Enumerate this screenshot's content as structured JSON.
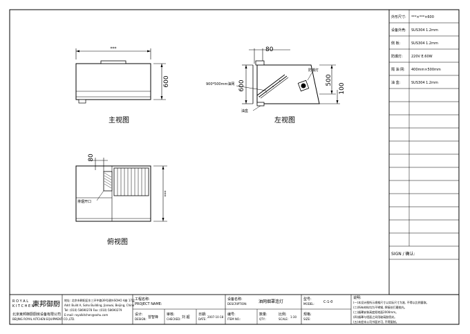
{
  "drawing": {
    "views": {
      "front": {
        "caption": "主视图",
        "dim_width": "***",
        "dim_height": "600"
      },
      "side": {
        "caption": "左视图",
        "dim_top": "80",
        "dim_left": "600",
        "dim_right_a": "500",
        "dim_right_b": "100",
        "filter_label": "900*500mm油网",
        "lamp_label": "防爆灯",
        "tray_label": "油盒"
      },
      "top": {
        "caption": "俯视图",
        "dim_offset": "80",
        "dim_depth": "***",
        "exhaust_label": "排烟开口"
      }
    }
  },
  "spec_table": {
    "rows": [
      {
        "label": "外形尺寸:",
        "value": "***×***×600"
      },
      {
        "label": "设备外壳:",
        "value": "SUS304 1.2mm"
      },
      {
        "label": "侧 板:",
        "value": "SUS304 1.2mm"
      },
      {
        "label": "防爆灯:",
        "value": "220V E.60W"
      },
      {
        "label": "隔 油 网:",
        "value": "400mm×500mm"
      },
      {
        "label": "油 盒:",
        "value": "SUS304 1.2mm"
      }
    ],
    "sign_label": "SIGN / 确认:"
  },
  "title_block": {
    "logo_en_top": "R O Y A L",
    "logo_en_bottom": "K I T C H E N",
    "logo_cn": "東邦御厨",
    "company_cn": "北京東邦御厨厨房设备有限公司",
    "company_en": "BEIJING ROYAL KITCHEN EQUIPMENT CO.,LTD.",
    "address_lines": [
      "地址: 北京市朝阳区东三环中路39号建外SOHO A座 17层",
      "Add: Build A, Soho Building, Jianwai, Beijing, China",
      "Tel: (010) 58690278  Fax: (010) 58690279",
      "E-mail: royalkitchen@sohu.com"
    ],
    "project_label": "工程名称:",
    "project_label_en": "PROJECT NAME:",
    "design_label": "设计:",
    "design_label_en": "DESIGN:",
    "designer": "曾智锋",
    "check_label": "审核:",
    "check_label_en": "CHECKED:",
    "checker": "刘 超",
    "date_label": "日期:",
    "date_label_en": "DATE:",
    "date_value": "2007-10-18",
    "item_label": "设备名称:",
    "item_label_en": "DESCRIPTION:",
    "item_name": "油网烟罩连灯",
    "item_no_label": "编号:",
    "item_no_label_en": "ITEM NO.:",
    "qty_label": "数量:",
    "qty_label_en": "QTY.:",
    "scale_label": "比例:",
    "scale_label_en": "SCALE:",
    "scale_value": "1:30",
    "model_label": "型号:",
    "model_label_en": "MODEL:",
    "model_value": "C-1-0",
    "size_label": "规格:",
    "size_label_en": "SIZE:",
    "notes_title": "说明:",
    "notes": [
      "(一)本设计图所示规格尺寸以实际尺寸为准, 不得以比例量取。",
      "(二)所有材料均为不锈钢, 焊接处打磨抛光。",
      "(三)烟罩安装高度距地面2000mm。",
      "(四)烟罩与墙面之间用玻璃胶密封。",
      "(五)未经本公司书面许可, 不得复制。"
    ]
  }
}
